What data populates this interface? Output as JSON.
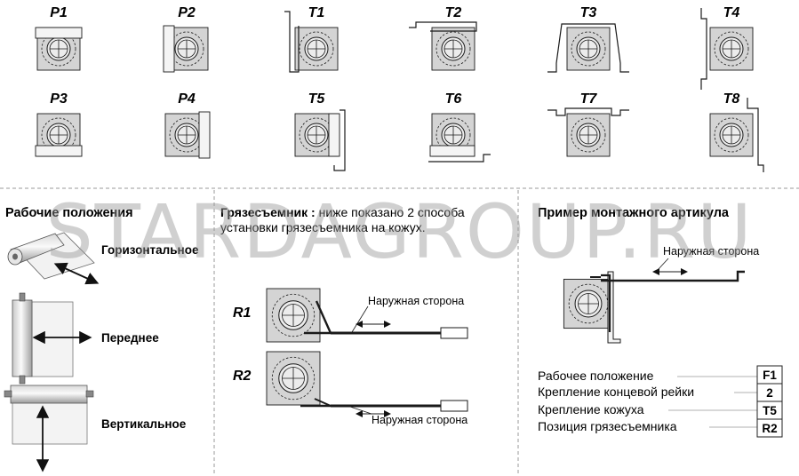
{
  "variants_top": [
    "P1",
    "P2",
    "T1",
    "T2",
    "T3",
    "T4"
  ],
  "variants_bottom": [
    "P3",
    "P4",
    "T5",
    "T6",
    "T7",
    "T8"
  ],
  "watermark": "STARDAGROUP.RU",
  "working_positions": {
    "title": "Рабочие положения",
    "items": [
      "Горизонтальное",
      "Переднее",
      "Вертикальное"
    ]
  },
  "scraper": {
    "title_bold": "Грязесъемник :",
    "title_rest": " ниже показано 2 способа",
    "title_line2": "установки грязесъемника на кожух.",
    "variants": [
      "R1",
      "R2"
    ],
    "outer_side": "Наружная сторона"
  },
  "example": {
    "title": "Пример монтажного артикула",
    "outer_side": "Наружная сторона",
    "rows": [
      {
        "label": "Рабочее положение",
        "code": "F1"
      },
      {
        "label": "Крепление концевой рейки",
        "code": "2"
      },
      {
        "label": "Крепление кожуха",
        "code": "T5"
      },
      {
        "label": "Позиция грязесъемника",
        "code": "R2"
      }
    ]
  },
  "colors": {
    "panel": "#d4d4d4",
    "line": "#1a1a1a",
    "watermark": "#969696"
  }
}
